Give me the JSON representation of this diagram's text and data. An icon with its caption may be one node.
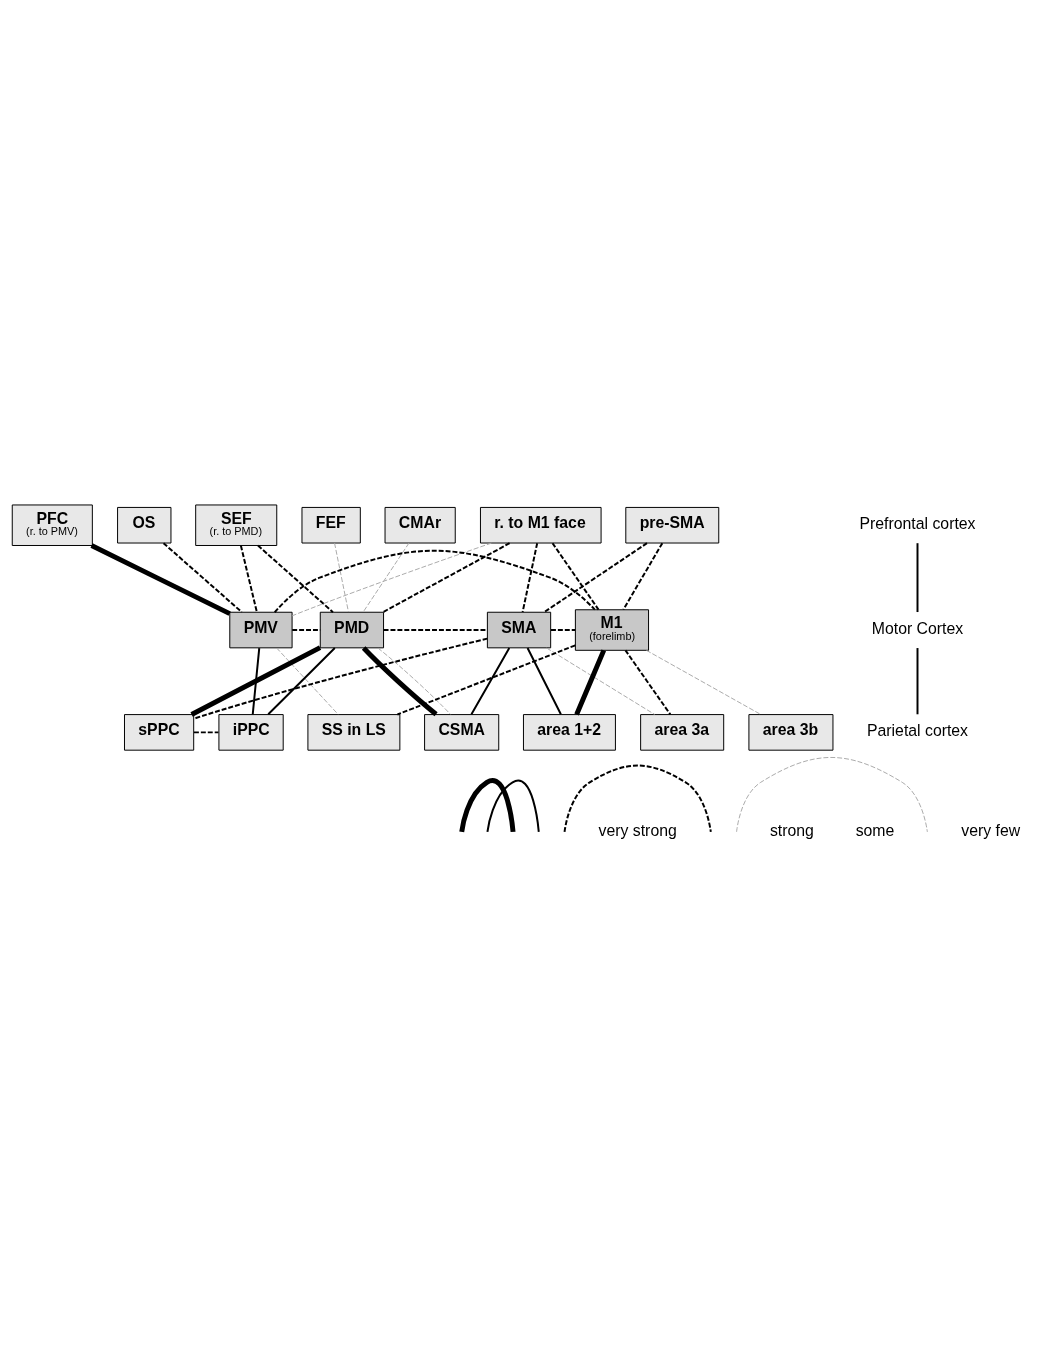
{
  "diagram": {
    "nodes": [
      {
        "text": [
          "OS"
        ]
      },
      {
        "text": [
          "CMAr"
        ]
      },
      {
        "text": [
          "SEF",
          "(r. to PMD)"
        ]
      },
      {
        "text": [
          "pre-SMA"
        ]
      },
      {
        "text": [
          "PFC",
          "(r. to PMV)"
        ]
      },
      {
        "text": [
          "FEF"
        ]
      },
      {
        "text": [
          "r. to M1 face"
        ]
      },
      {
        "text": [
          "PMV"
        ]
      },
      {
        "text": [
          "PMD"
        ]
      },
      {
        "text": [
          "SMA"
        ]
      },
      {
        "text": [
          "M1",
          "(forelimb)"
        ]
      },
      {
        "text": [
          "sPPC"
        ]
      },
      {
        "text": [
          "SS in LS"
        ]
      },
      {
        "text": [
          "area 1+2"
        ]
      },
      {
        "text": [
          "iPPC"
        ]
      },
      {
        "text": [
          "area 3a"
        ]
      },
      {
        "text": [
          "area 3b"
        ]
      },
      {
        "text": [
          "CSMA"
        ]
      }
    ],
    "edges": [
      {
        "from": 0,
        "to": 7,
        "arrow": "none",
        "style": "dashed"
      },
      {
        "from": 1,
        "to": 8,
        "arrow": "none",
        "style": "dashed",
        "color": "#aaaaaa"
      },
      {
        "from": 5,
        "to": 8,
        "arrow": "none",
        "style": "dashed",
        "color": "#aaaaaa"
      },
      {
        "from": 3,
        "to": 9,
        "arrow": "none",
        "style": "dashed"
      },
      {
        "from": 3,
        "to": 10,
        "arrow": "none",
        "style": "dashed"
      },
      {
        "from": 4,
        "to": 7,
        "arrow": "none",
        "style": "thick"
      },
      {
        "from": 2,
        "to": 7,
        "arrow": "none",
        "style": "dashed"
      },
      {
        "from": 2,
        "to": 8,
        "arrow": "none",
        "style": "dashed"
      },
      {
        "from": 6,
        "to": 9,
        "arrow": "none",
        "style": "dashed"
      },
      {
        "from": 6,
        "to": 10,
        "arrow": "none",
        "style": "dashed"
      },
      {
        "from": 6,
        "to": 8,
        "arrow": "none",
        "style": "dashed"
      },
      {
        "from": 6,
        "to": 7,
        "arrow": "none",
        "style": "dashed",
        "color": "#aaaaaa"
      },
      {
        "from": 7,
        "to": 10,
        "arrow": "none",
        "style": "dashed"
      },
      {
        "from": 7,
        "to": 8,
        "arrow": "none",
        "style": "dashed"
      },
      {
        "from": 8,
        "to": 9,
        "arrow": "none",
        "style": "dashed"
      },
      {
        "from": 9,
        "to": 10,
        "arrow": "none",
        "style": "dashed"
      },
      {
        "from": 7,
        "to": 14,
        "arrow": "none"
      },
      {
        "from": 8,
        "to": 14,
        "arrow": "none"
      },
      {
        "from": 8,
        "to": 11,
        "arrow": "none",
        "style": "thick"
      },
      {
        "from": 8,
        "to": 17,
        "arrow": "none",
        "style": "thick"
      },
      {
        "from": 9,
        "to": 11,
        "arrow": "none",
        "style": "dashed"
      },
      {
        "from": 10,
        "to": 12,
        "arrow": "none",
        "style": "dashed"
      },
      {
        "from": 9,
        "to": 17,
        "arrow": "none"
      },
      {
        "from": 9,
        "to": 13,
        "arrow": "none"
      },
      {
        "from": 10,
        "to": 13,
        "arrow": "none",
        "style": "thick"
      },
      {
        "from": 10,
        "to": 15,
        "arrow": "none",
        "style": "dashed"
      },
      {
        "from": 11,
        "to": 14,
        "arrow": "none",
        "style": "dashed"
      },
      {
        "from": 7,
        "to": 12,
        "arrow": "none",
        "style": "dashed",
        "color": "#aaaaaa"
      },
      {
        "from": 10,
        "to": 16,
        "arrow": "none",
        "style": "dashed",
        "color": "#aaaaaa"
      },
      {
        "from": 9,
        "to": 15,
        "arrow": "none",
        "style": "dashed",
        "color": "#aaaaaa"
      },
      {
        "from": 8,
        "to": 17,
        "arrow": "none",
        "style": "dashed",
        "color": "#aaaaaa"
      }
    ],
    "labels": [
      "Prefrontal cortex",
      "Motor Cortex",
      "Parietal cortex"
    ],
    "legend": [
      {
        "text": "very strong"
      },
      {
        "text": "strong"
      },
      {
        "text": "some"
      },
      {
        "text": "very few"
      }
    ]
  }
}
